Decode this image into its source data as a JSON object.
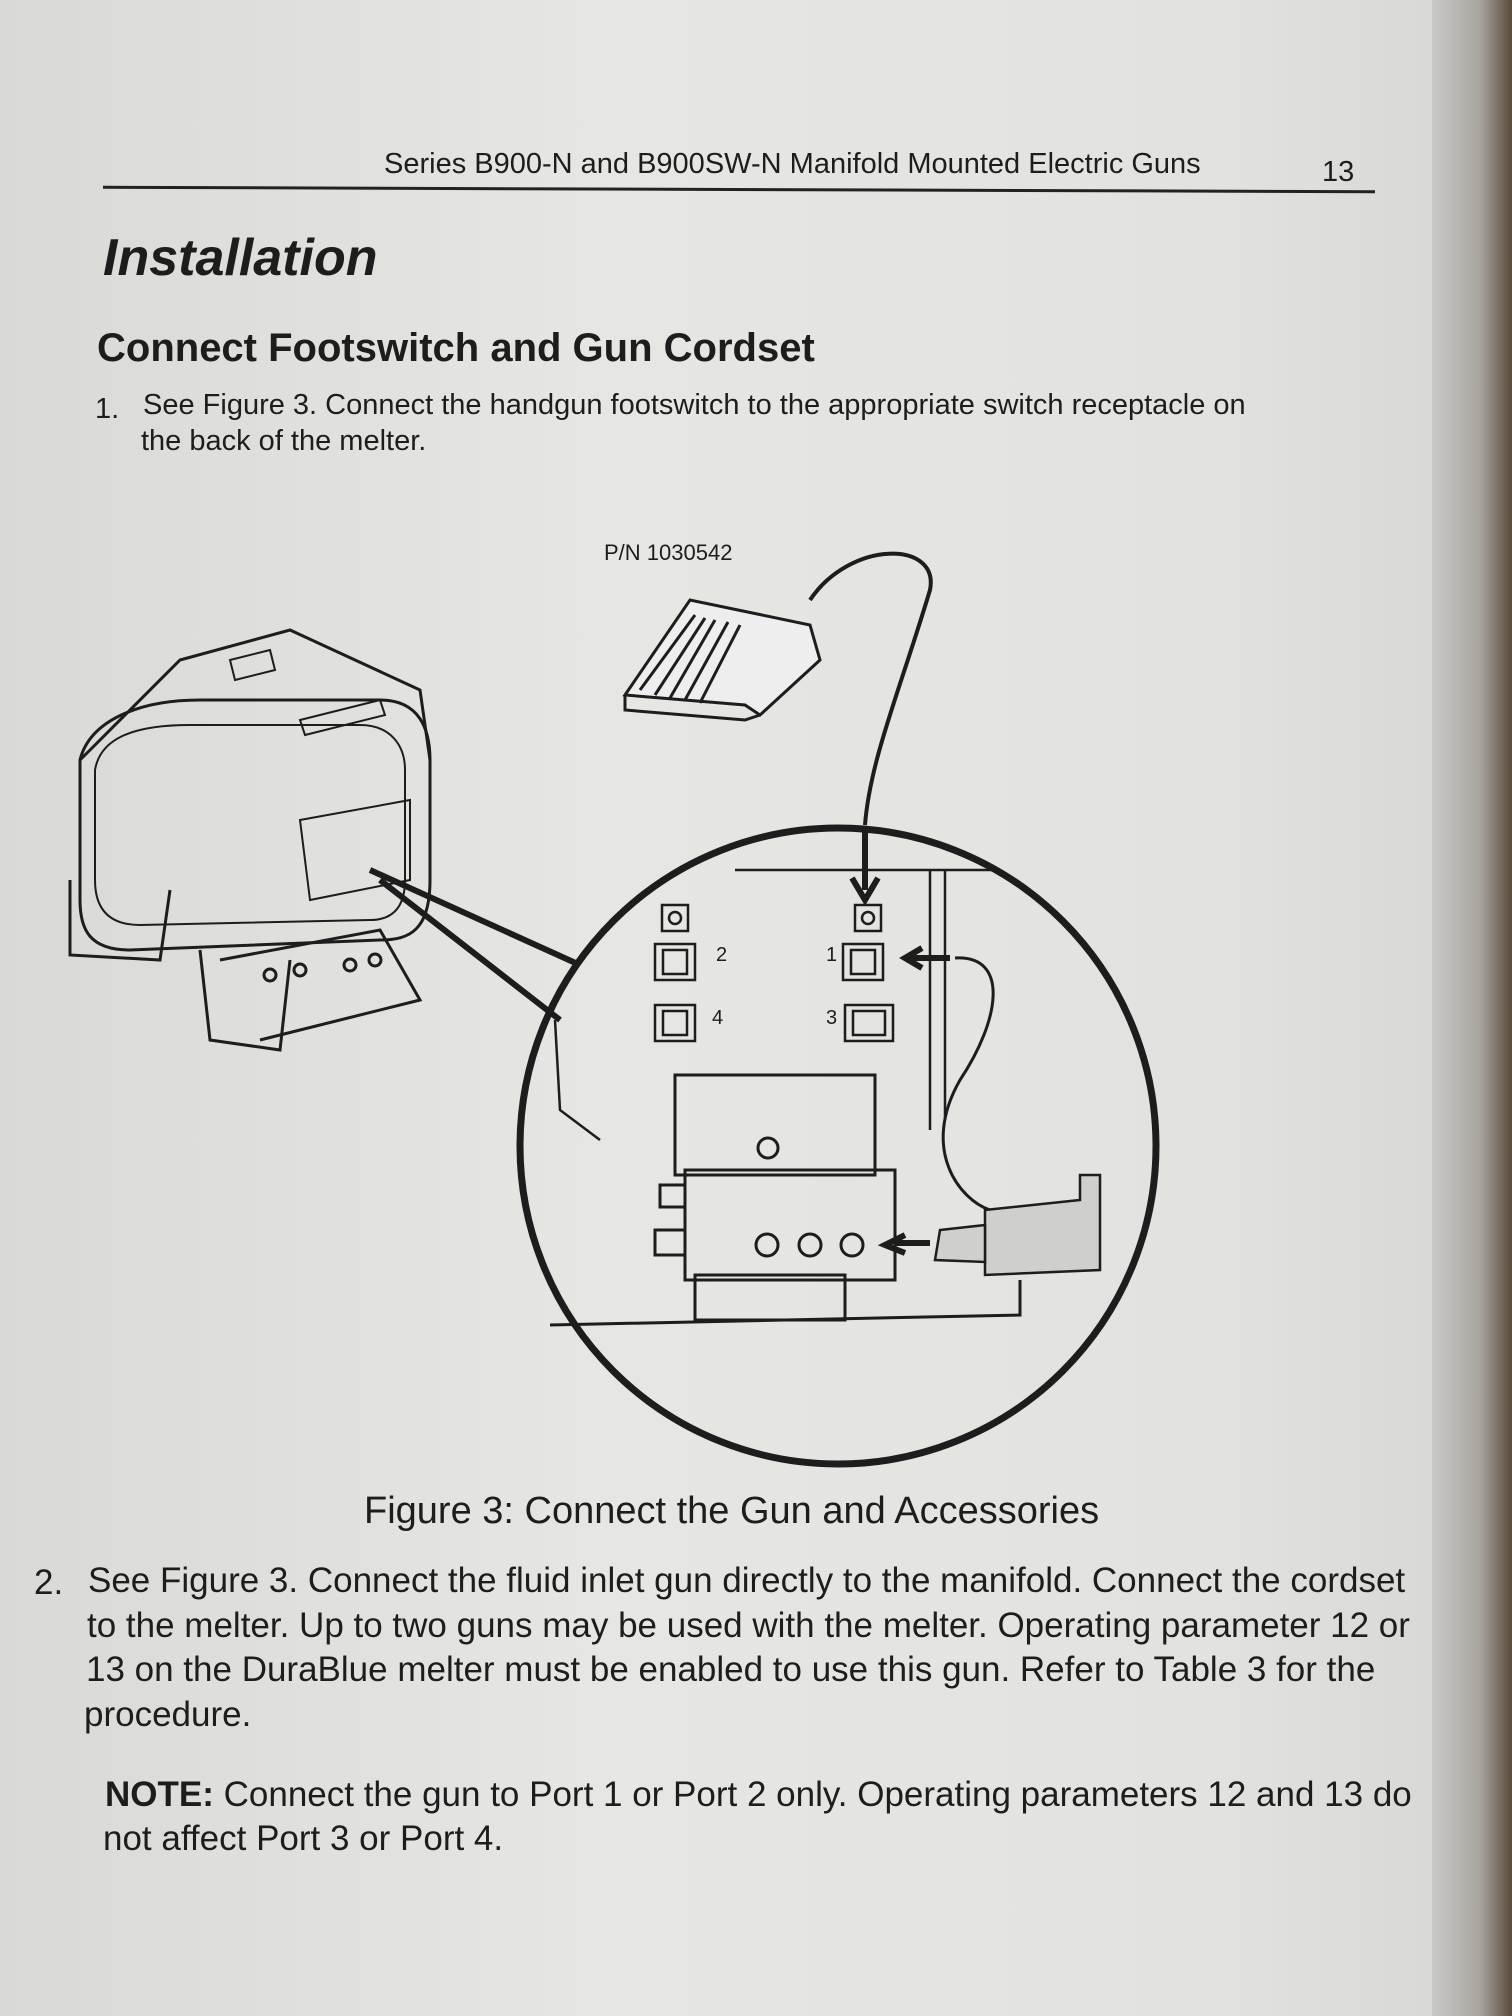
{
  "header": {
    "title": "Series B900-N and B900SW-N Manifold Mounted Electric Guns",
    "page_number": "13"
  },
  "section_title": "Installation",
  "subsection_title": "Connect Footswitch and Gun Cordset",
  "steps": [
    {
      "number": "1.",
      "lines": [
        "See Figure 3.  Connect the handgun footswitch to the appropriate switch receptacle on",
        "the back of the melter."
      ]
    },
    {
      "number": "2.",
      "lines": [
        "See Figure 3.  Connect the fluid inlet gun directly to the manifold.  Connect the cordset",
        "to the melter.  Up to two guns may be used with the melter.  Operating parameter 12 or",
        "13 on the DuraBlue melter must be enabled to use this gun.  Refer to Table 3 for the",
        "procedure."
      ]
    }
  ],
  "figure": {
    "part_number": "P/N 1030542",
    "port_labels": [
      "1",
      "2",
      "3",
      "4"
    ],
    "caption": "Figure 3: Connect the Gun and Accessories"
  },
  "note": {
    "label": "NOTE:",
    "lines": [
      " Connect the gun to Port 1 or Port 2 only.  Operating parameters 12 and 13 do",
      "not affect Port 3 or Port 4."
    ]
  }
}
